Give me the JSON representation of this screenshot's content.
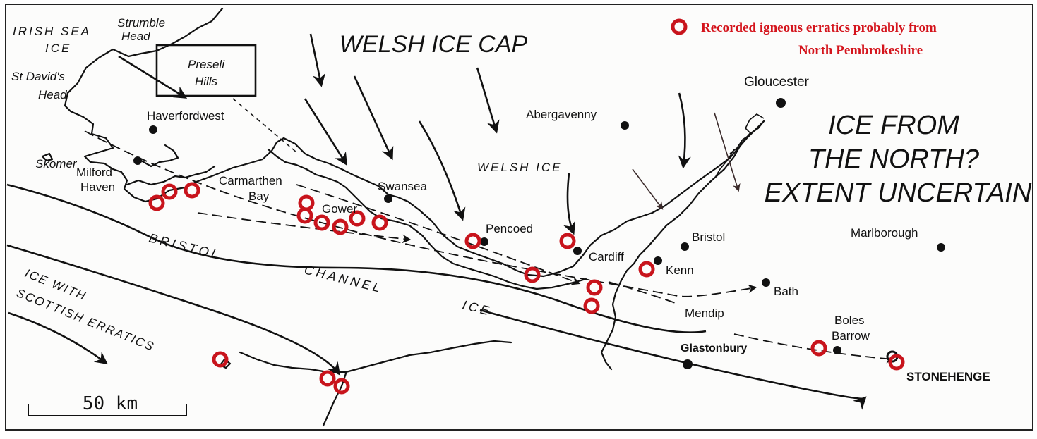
{
  "legend": {
    "line1": "Recorded igneous erratics probably from",
    "line2": "North Pembrokeshire",
    "symbol_color": "#c8141c"
  },
  "titles": {
    "welsh_ice_cap": "WELSH ICE CAP",
    "ice_north_1": "ICE FROM",
    "ice_north_2": "THE NORTH?",
    "ice_north_3": "EXTENT UNCERTAIN"
  },
  "ice_labels": {
    "irish_sea_1": "IRISH SEA",
    "irish_sea_2": "ICE",
    "welsh_ice": "WELSH ICE",
    "bristol": "BRISTOL",
    "channel": "CHANNEL",
    "ice": "ICE",
    "scottish_1": "ICE WITH",
    "scottish_2": "SCOTTISH ERRATICS"
  },
  "box": {
    "line1": "Preseli",
    "line2": "Hills"
  },
  "places": {
    "strumble_1": "Strumble",
    "strumble_2": "Head",
    "st_davids_1": "St David's",
    "st_davids_2": "Head",
    "haverfordwest": "Haverfordwest",
    "skomer": "Skomer",
    "milford_1": "Milford",
    "milford_2": "Haven",
    "carmarthen_1": "Carmarthen",
    "carmarthen_2": "Bay",
    "gower": "Gower",
    "swansea": "Swansea",
    "pencoed": "Pencoed",
    "abergavenny": "Abergavenny",
    "gloucester": "Gloucester",
    "cardiff": "Cardiff",
    "bristol": "Bristol",
    "kenn": "Kenn",
    "bath": "Bath",
    "mendip": "Mendip",
    "marlborough": "Marlborough",
    "boles_1": "Boles",
    "boles_2": "Barrow",
    "glastonbury": "Glastonbury",
    "stonehenge": "STONEHENGE"
  },
  "scale": {
    "label": "50 km"
  }
}
